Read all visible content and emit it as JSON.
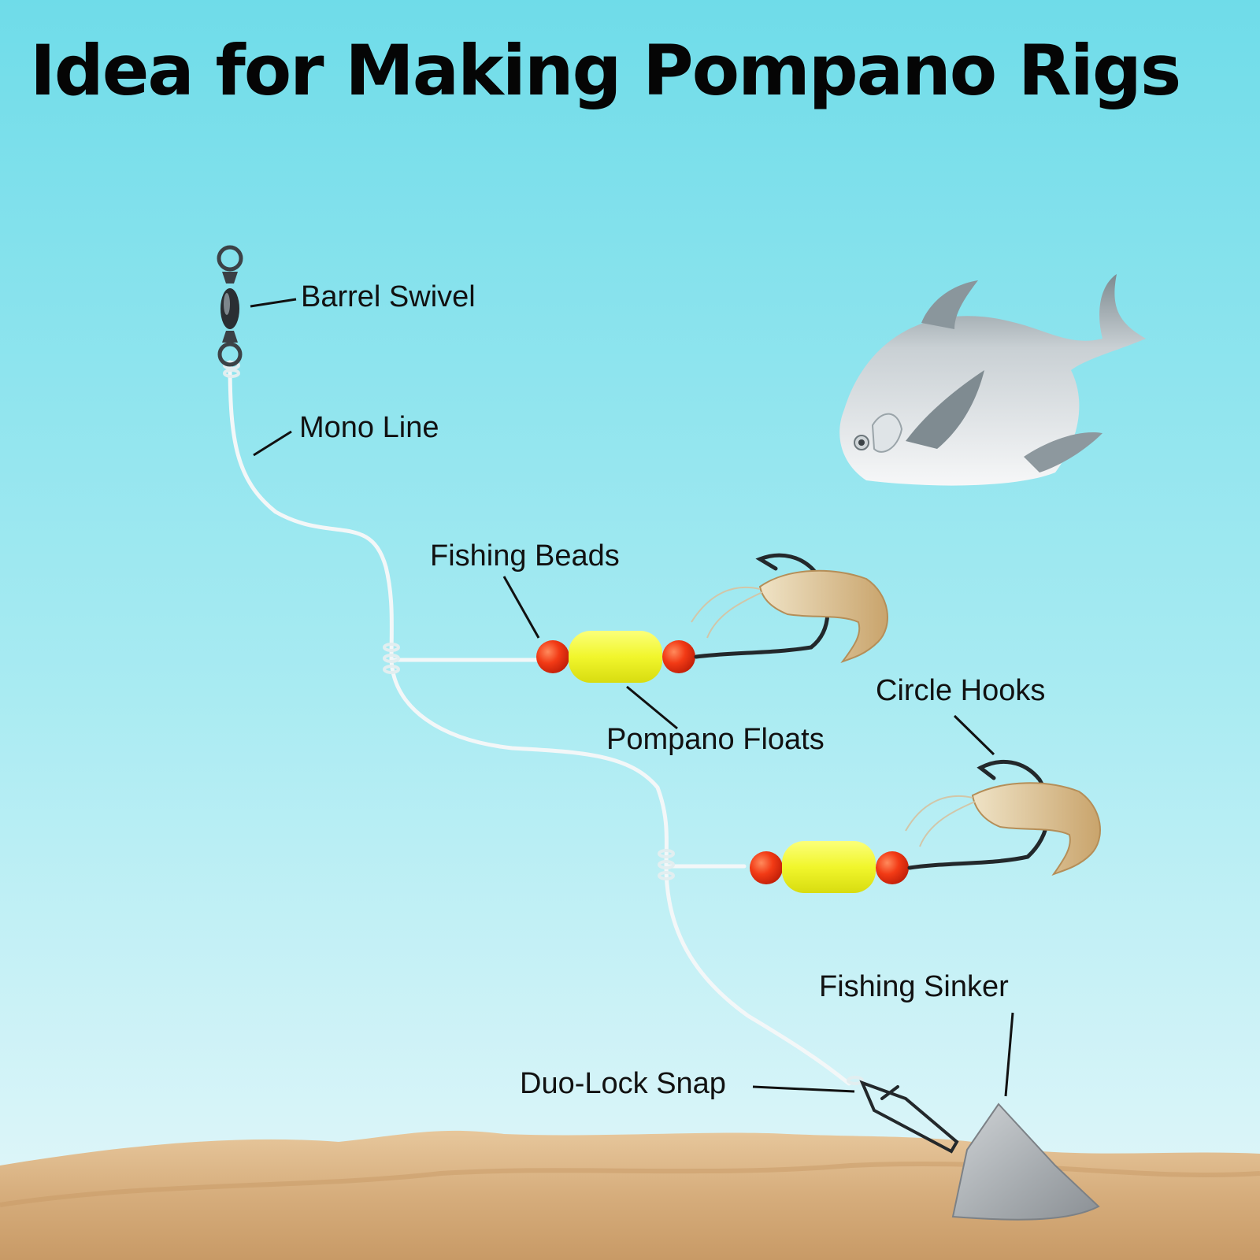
{
  "title": "Idea for Making Pompano Rigs",
  "labels": {
    "barrel_swivel": "Barrel Swivel",
    "mono_line": "Mono Line",
    "fishing_beads": "Fishing Beads",
    "pompano_floats": "Pompano Floats",
    "circle_hooks": "Circle Hooks",
    "fishing_sinker": "Fishing Sinker",
    "duo_lock_snap": "Duo-Lock Snap"
  },
  "colors": {
    "sky_top": "#6fdce9",
    "sky_bottom": "#e4f7fa",
    "sand": "#d9b486",
    "float": "#f4f53a",
    "bead": "#f03818",
    "line": "#f3f7f8",
    "sinker": "#a9aeb2"
  }
}
